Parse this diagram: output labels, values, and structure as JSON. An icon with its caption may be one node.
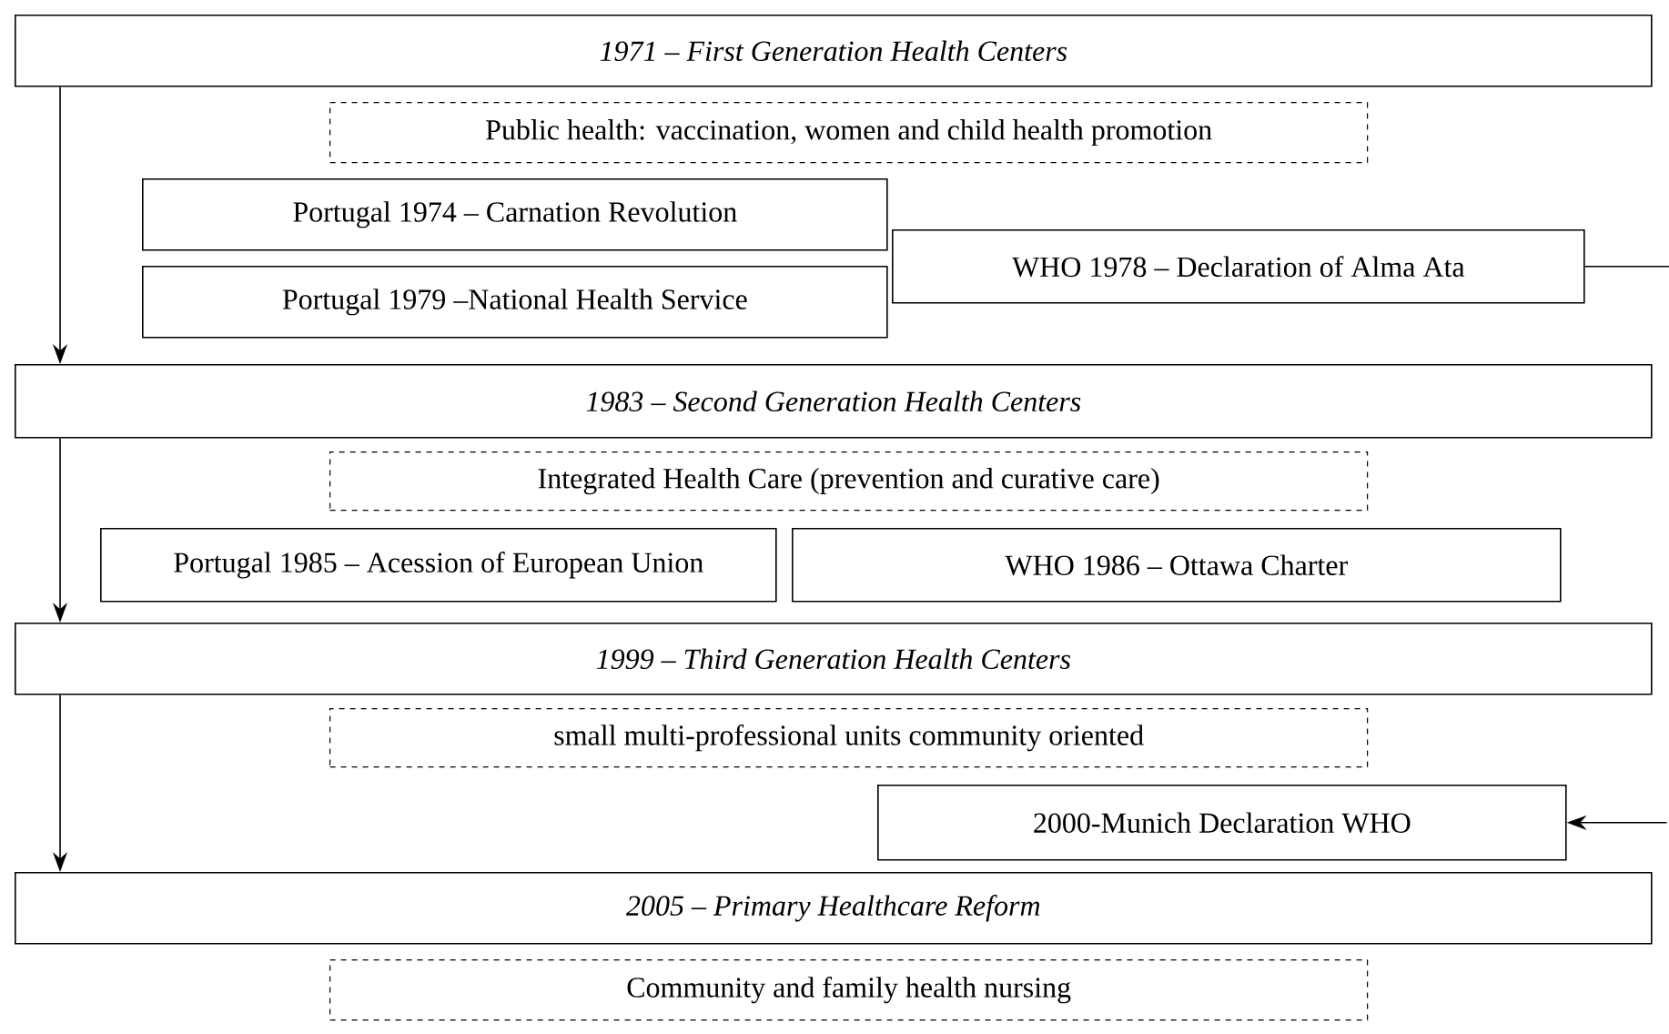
{
  "diagram": {
    "nodes": [
      {
        "text": [
          "1971 – First Generation Health Centers"
        ]
      },
      {
        "text": [
          "Public health: vaccination, women and child health promotion"
        ]
      },
      {
        "text": [
          "Portugal 1974 – Carnation Revolution"
        ]
      },
      {
        "text": [
          "Portugal 1979 –National Health Service"
        ]
      },
      {
        "text": [
          "WHO 1978 – Declaration of Alma Ata"
        ]
      },
      {
        "text": [
          "1983 – Second Generation Health Centers"
        ]
      },
      {
        "text": [
          "Integrated Health Care (prevention and curative care)"
        ]
      },
      {
        "text": [
          "Portugal 1985 – Acession of European Union"
        ]
      },
      {
        "text": [
          "WHO 1986 – Ottawa Charter"
        ]
      },
      {
        "text": [
          "1999 – Third Generation Health Centers"
        ]
      },
      {
        "text": [
          "small multi-professional units community oriented"
        ]
      },
      {
        "text": [
          "2000-Munich Declaration WHO"
        ]
      },
      {
        "text": [
          "2005 – Primary Healthcare Reform"
        ]
      },
      {
        "text": [
          "Community and family health nursing"
        ]
      }
    ],
    "edges": [
      {
        "from": 0,
        "to": 5,
        "arrow": "to"
      },
      {
        "from": 5,
        "to": 9,
        "arrow": "to"
      },
      {
        "from": 9,
        "to": 12,
        "arrow": "to"
      },
      {
        "from": 4,
        "to": null,
        "arrow": "none"
      },
      {
        "from": null,
        "to": 11,
        "arrow": "to"
      }
    ]
  }
}
